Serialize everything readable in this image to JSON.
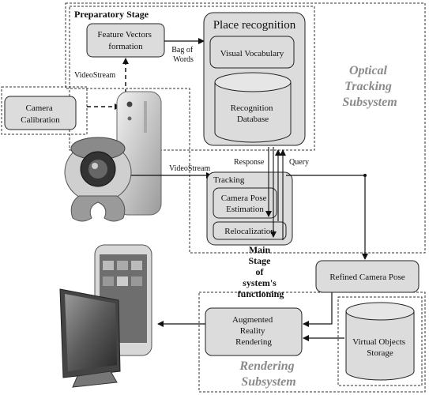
{
  "optical": {
    "line1": "Optical",
    "line2": "Tracking",
    "line3": "Subsystem"
  },
  "rendering": {
    "line1": "Rendering",
    "line2": "Subsystem"
  },
  "preparatory": {
    "title": "Preparatory Stage"
  },
  "feature_vectors": {
    "line1": "Feature Vectors",
    "line2": "formation"
  },
  "bag_of_words": {
    "line1": "Bag of",
    "line2": "Words"
  },
  "place_recognition": {
    "title": "Place recognition"
  },
  "visual_vocabulary": {
    "label": "Visual Vocabulary"
  },
  "recognition_db": {
    "line1": "Recognition",
    "line2": "Database"
  },
  "camera_calibration": {
    "line1": "Camera",
    "line2": "Calibration"
  },
  "videostream_top": "VideoStream",
  "videostream_mid": "VideoStream",
  "response": "Response",
  "query": "Query",
  "tracking": {
    "title": "Tracking"
  },
  "camera_pose": {
    "line1": "Camera Pose",
    "line2": "Estimation"
  },
  "relocalization": {
    "label": "Relocalization"
  },
  "main_stage": {
    "line1": "Main",
    "line2": "Stage",
    "line3": "of",
    "line4": "system's",
    "line5": "functioning"
  },
  "refined_pose": {
    "label": "Refined Camera Pose"
  },
  "ar_rendering": {
    "line1": "Augmented",
    "line2": "Reality",
    "line3": "Rendering"
  },
  "virtual_objects": {
    "line1": "Virtual Objects",
    "line2": "Storage"
  }
}
